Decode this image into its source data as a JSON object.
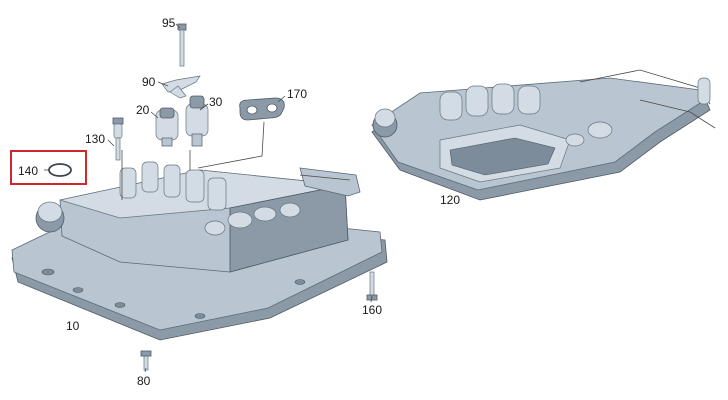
{
  "diagram": {
    "callouts": {
      "c95": "95",
      "c90": "90",
      "c20": "20",
      "c30": "30",
      "c170": "170",
      "c130": "130",
      "c140": "140",
      "c10": "10",
      "c80": "80",
      "c160": "160",
      "c120": "120"
    },
    "highlight_color": "#d0262e",
    "part_color": "#b9c5d0"
  }
}
